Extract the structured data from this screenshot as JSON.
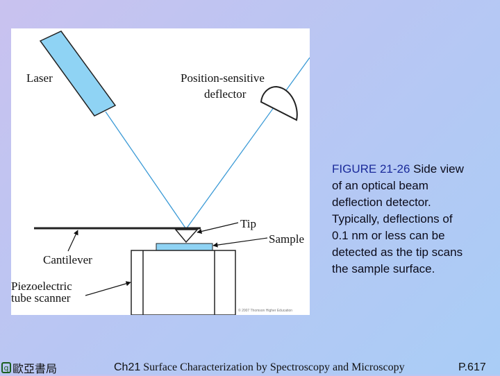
{
  "diagram": {
    "labels": {
      "laser": "Laser",
      "detector_line1": "Position-sensitive",
      "detector_line2": "deflector",
      "tip": "Tip",
      "sample": "Sample",
      "cantilever": "Cantilever",
      "scanner_line1": "Piezoelectric",
      "scanner_line2": "tube scanner",
      "copyright": "© 2007 Thomson Higher Education"
    },
    "colors": {
      "laser_fill": "#8fd3f4",
      "beam": "#3b9ad6",
      "sample_fill": "#8fd3f4"
    }
  },
  "caption": {
    "figure_label": "FIGURE 21-26",
    "text": " Side view of an optical beam deflection detector. Typically, deflections of 0.1 nm or less can be detected as the tip scans the sample surface."
  },
  "footer": {
    "logo_glyph": "q",
    "publisher": "歐亞書局",
    "chapter": "Ch21",
    "chapter_title": " Surface Characterization by Spectroscopy and Microscopy",
    "page": "P.617"
  }
}
